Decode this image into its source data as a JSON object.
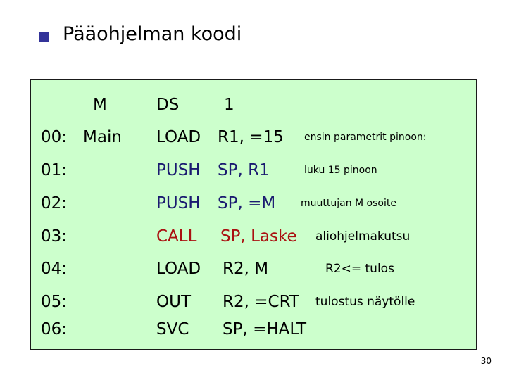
{
  "slide": {
    "title": "Pääohjelman koodi",
    "bullet_color": "#333399",
    "page_number": "30"
  },
  "code_box": {
    "background_color": "#ccffcc",
    "border_color": "#1a1a1a",
    "header": {
      "label": "M",
      "directive": "DS",
      "operand": "1"
    },
    "rows": [
      {
        "address": "00:",
        "label": "Main",
        "opcode": "LOAD",
        "operands": "R1, =15",
        "comment": "ensin parametrit pinoon:",
        "color": "#000000"
      },
      {
        "address": "01:",
        "label": "",
        "opcode": "PUSH",
        "operands": "SP, R1",
        "comment": "luku 15 pinoon",
        "color": "#1a1a70"
      },
      {
        "address": "02:",
        "label": "",
        "opcode": "PUSH",
        "operands": "SP, =M",
        "comment": "muuttujan M osoite",
        "color": "#1a1a70"
      },
      {
        "address": "03:",
        "label": "",
        "opcode": "CALL",
        "operands": "SP, Laske",
        "comment": "aliohjelmakutsu",
        "color": "#aa1111"
      },
      {
        "address": "04:",
        "label": "",
        "opcode": "LOAD",
        "operands": "R2, M",
        "comment": "R2<= tulos",
        "color": "#000000"
      },
      {
        "address": "05:",
        "label": "",
        "opcode": "OUT",
        "operands": "R2, =CRT",
        "comment": "tulostus näytölle",
        "color": "#000000"
      },
      {
        "address": "06:",
        "label": "",
        "opcode": "SVC",
        "operands": "SP, =HALT",
        "comment": "",
        "color": "#000000"
      }
    ]
  }
}
